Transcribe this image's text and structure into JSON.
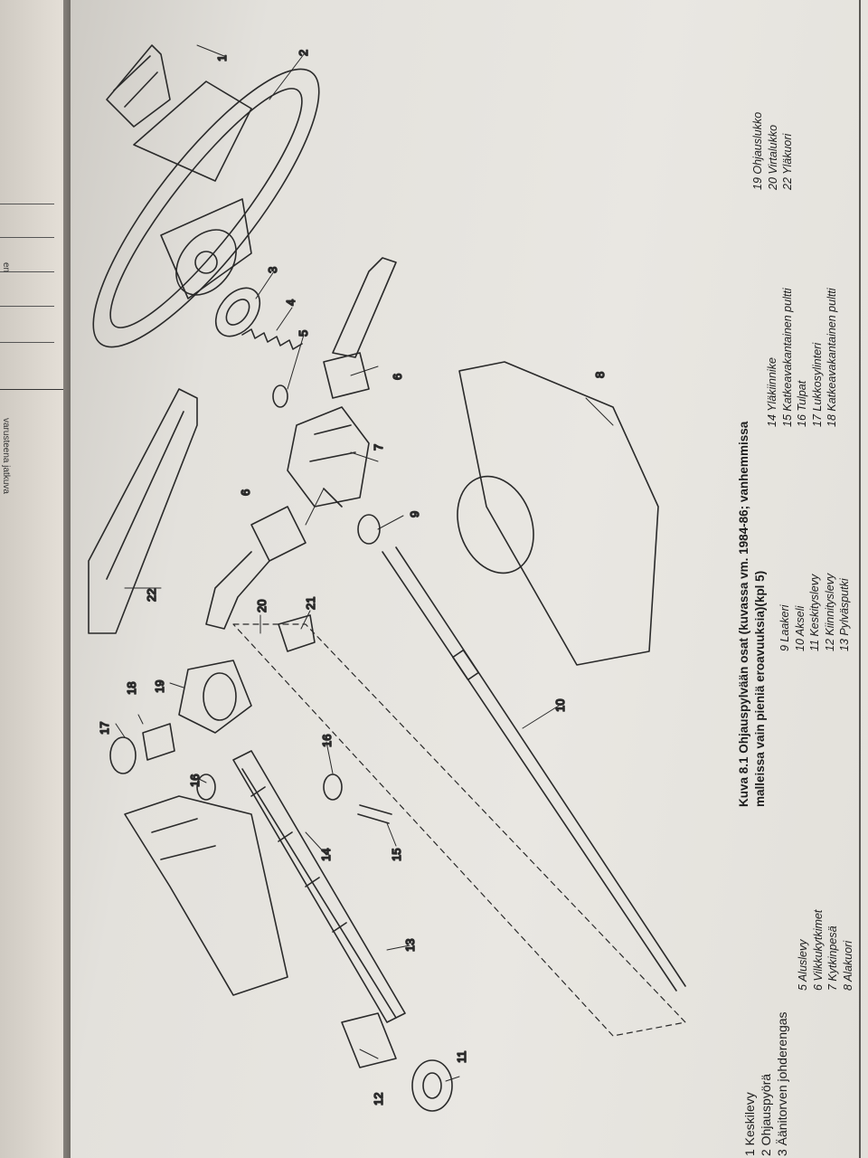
{
  "prev_page": {
    "fragments": [
      "en",
      "varusteena jatkuva"
    ]
  },
  "caption": {
    "line1": "Kuva 8.1 Ohjauspylvään osat (kuvassa vm. 1984-86; vanhemmissa",
    "line2": "malleissa vain pieniä eroavuuksia)(kpl 5)"
  },
  "legend": {
    "col1": [
      "1 Keskilevy",
      "2 Ohjauspyörä",
      "3 Äänitorven johderengas"
    ],
    "col2": [
      "5 Aluslevy",
      "6 Vilkkukytkimet",
      "7 Kytkinpesä",
      "8 Alakuori"
    ],
    "col3": [
      "9 Laakeri",
      "10 Akseli",
      "11 Keskityslevy",
      "12 Kiinnityslevy",
      "13 Pylväsputki"
    ],
    "col4": [
      "14 Yläkiinnike",
      "15 Katkeavakantainen pultti",
      "16 Tulpat",
      "17 Lukkosylinteri",
      "18 Katkeavakantainen pultti"
    ],
    "col5": [
      "19 Ohjauslukko",
      "20 Virtalukko",
      "22 Yläkuori"
    ]
  },
  "callouts": [
    "1",
    "2",
    "3",
    "4",
    "5",
    "6",
    "6",
    "7",
    "8",
    "9",
    "10",
    "11",
    "12",
    "13",
    "14",
    "15",
    "16",
    "16",
    "17",
    "18",
    "19",
    "20",
    "21",
    "22"
  ]
}
